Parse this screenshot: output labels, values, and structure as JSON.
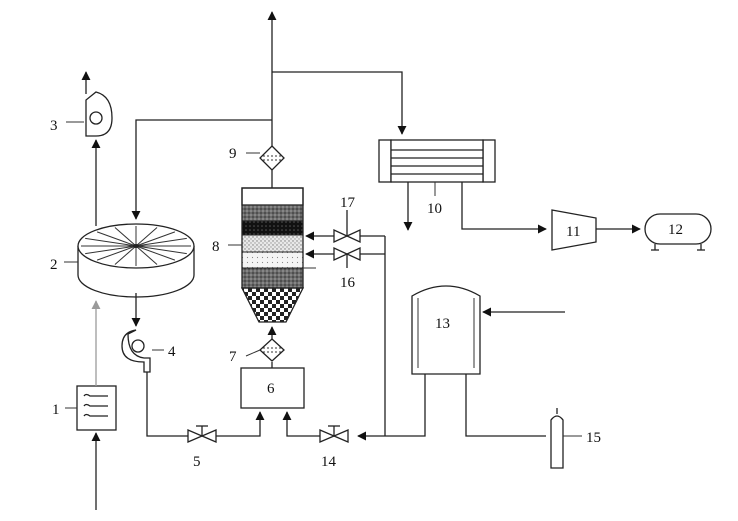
{
  "diagram": {
    "labels": {
      "l1": "1",
      "l2": "2",
      "l3": "3",
      "l4": "4",
      "l5": "5",
      "l6": "6",
      "l7": "7",
      "l8": "8",
      "l9": "9",
      "l10": "10",
      "l11": "11",
      "l12": "12",
      "l13": "13",
      "l14": "14",
      "l15": "15",
      "l16": "16",
      "l17": "17"
    },
    "colors": {
      "line": "#222222",
      "gray_line": "#9a9a9a"
    }
  }
}
